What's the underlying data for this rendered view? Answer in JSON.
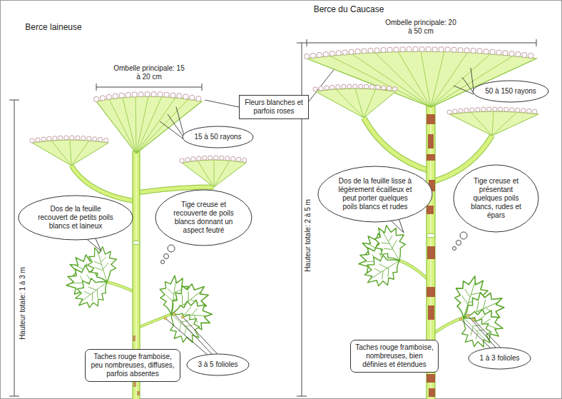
{
  "diagram": {
    "nodes": [
      {
        "text": [
          "Fleurs blanches et parfois roses"
        ]
      },
      {
        "text": [
          "15 à 50 rayons"
        ]
      },
      {
        "text": [
          "50 à 150 rayons"
        ]
      },
      {
        "text": [
          "Dos de la feuille recouvert de petits poils blancs et laineux"
        ]
      },
      {
        "text": [
          "Tige creuse et recouverte de poils blancs donnant un aspect feutré"
        ]
      },
      {
        "text": [
          "Dos de la feuille lisse à légèrement écailleux et peut porter quelques poils blancs et rudes"
        ]
      },
      {
        "text": [
          "Tige creuse et présentant quelques poils blancs, rudes et épars"
        ]
      },
      {
        "text": [
          "Taches rouge framboise, peu nombreuses, diffuses, parfois absentes"
        ]
      },
      {
        "text": [
          "3 à 5 folioles"
        ]
      },
      {
        "text": [
          "Taches rouge framboise, nombreuses, bien définies et étendues"
        ]
      },
      {
        "text": [
          "1 à 3 folioles"
        ]
      }
    ],
    "labels": [
      "Berce du Caucase",
      "Berce laineuse",
      "Ombelle principale: 15 à 20 cm",
      "Ombelle principale: 20 à 50 cm",
      "Hauteur totale: 1 à 3 m",
      "Hauteur totale: 2 à 5 m"
    ]
  }
}
